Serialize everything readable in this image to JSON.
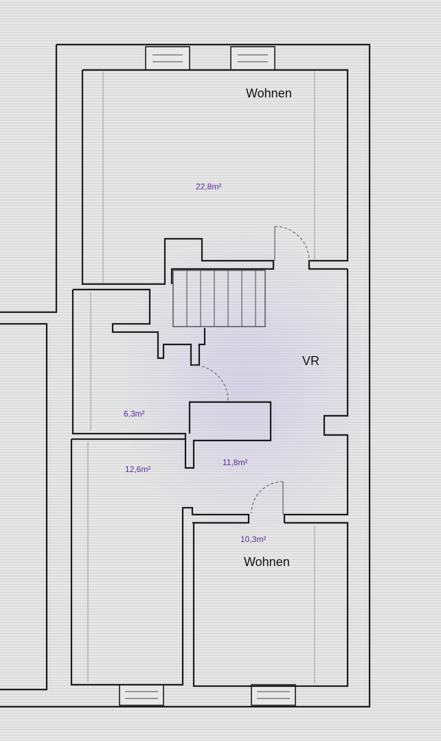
{
  "plan": {
    "rooms": [
      {
        "name": "Wohnen",
        "area": "22,8m²"
      },
      {
        "name": "VR"
      },
      {
        "area": "6,3m²"
      },
      {
        "area": "12,6m²"
      },
      {
        "area": "11,8m²"
      },
      {
        "name": "Wohnen",
        "area": "10,3m²"
      }
    ],
    "colors": {
      "wall": "#1a1a1a",
      "area_text": "#5a2a9a",
      "paper": "#e6e6e6",
      "tint": "#c9c2e6"
    }
  }
}
